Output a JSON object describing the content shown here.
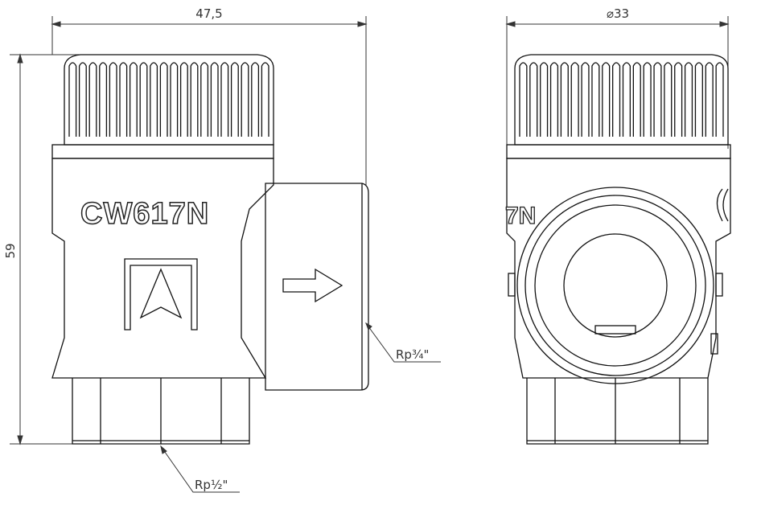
{
  "dimensions": {
    "width_left": "47,5",
    "diameter_right": "⌀33",
    "height_left": "59"
  },
  "labels": {
    "body_marking": "CW617N",
    "outlet_thread": "Rp¾\"",
    "inlet_thread": "Rp½\"",
    "side_marking_fragment": "7N"
  },
  "colors": {
    "line": "#111111",
    "dim_line": "#333333"
  }
}
